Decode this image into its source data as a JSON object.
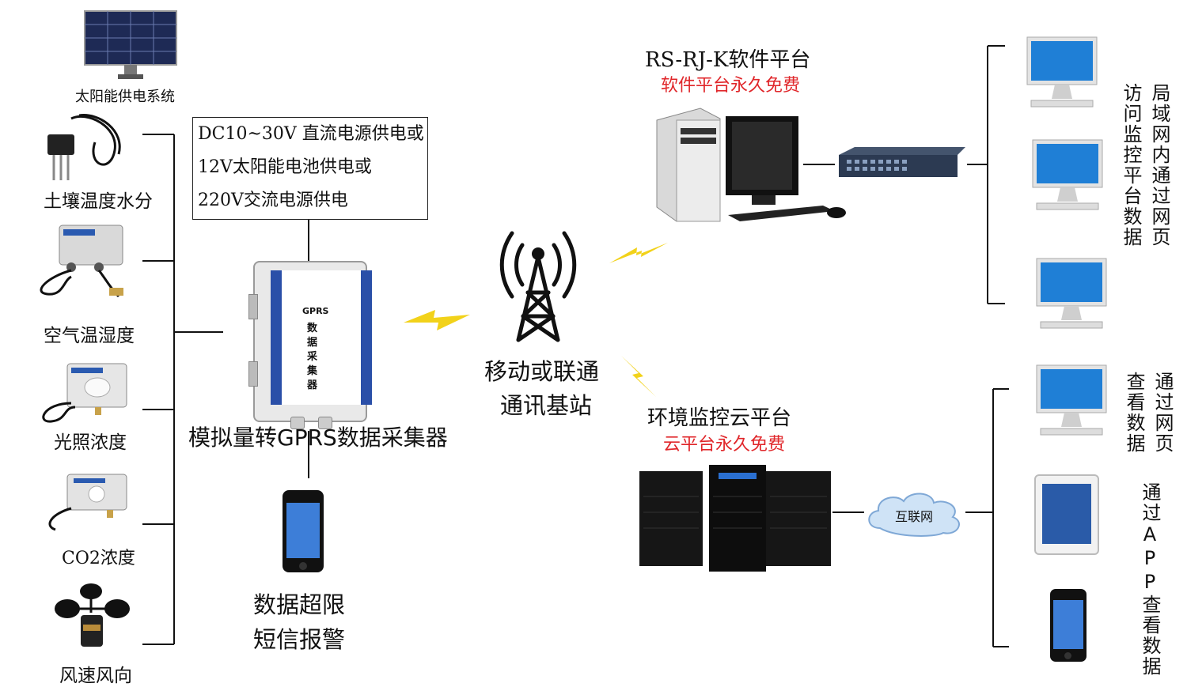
{
  "power": {
    "solar_label": "太阳能供电系统",
    "lines": [
      "DC10~30V 直流电源供电或",
      "12V太阳能电池供电或",
      "220V交流电源供电"
    ]
  },
  "sensors": [
    {
      "label": "土壤温度水分",
      "icon": "soil-probe-icon"
    },
    {
      "label": "空气温湿度",
      "icon": "air-humidity-sensor-icon"
    },
    {
      "label": "光照浓度",
      "icon": "light-sensor-icon"
    },
    {
      "label": "CO2浓度",
      "icon": "co2-sensor-icon"
    },
    {
      "label": "风速风向",
      "icon": "anemometer-icon"
    }
  ],
  "collector": {
    "label": "模拟量转GPRS数据采集器",
    "device_text": [
      "GPRS",
      "数",
      "据",
      "采",
      "集",
      "器"
    ]
  },
  "alarm": {
    "line1": "数据超限",
    "line2": "短信报警"
  },
  "base_station": {
    "line1": "移动或联通",
    "line2": "通讯基站"
  },
  "software_platform": {
    "title": "RS-RJ-K软件平台",
    "subtitle": "软件平台永久免费"
  },
  "lan_access": {
    "col1": "局域网内通过网页",
    "col2": "访问监控平台数据"
  },
  "cloud_platform": {
    "title": "环境监控云平台",
    "subtitle": "云平台永久免费"
  },
  "internet": {
    "label": "互联网"
  },
  "web_access": {
    "col1": "通过网页",
    "col2": "查看数据"
  },
  "app_access": {
    "col1": "通过APP查看数据"
  },
  "colors": {
    "accent_red": "#e0262a",
    "lightning": "#f2d21a",
    "screen_blue": "#1f7fd6",
    "line": "#111111"
  }
}
